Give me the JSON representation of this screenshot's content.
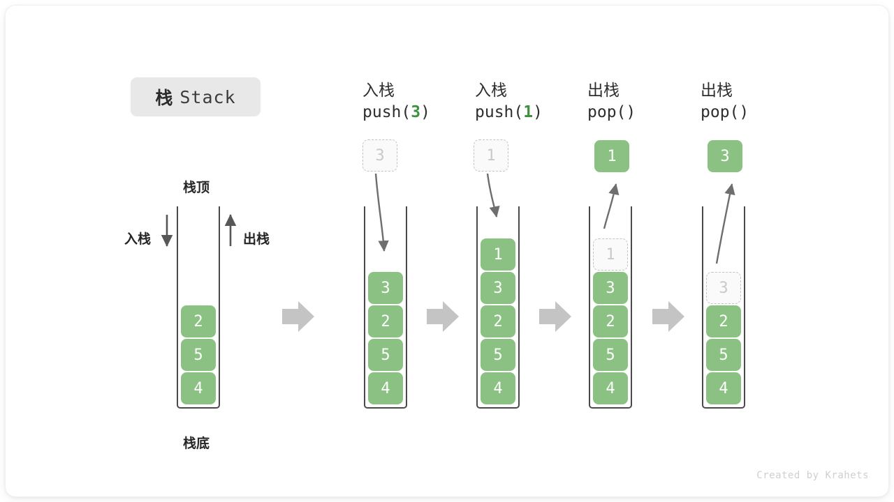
{
  "title": {
    "cn": "栈",
    "en": "Stack"
  },
  "labels": {
    "top": "栈顶",
    "bottom": "栈底",
    "push": "入栈",
    "pop": "出栈"
  },
  "watermark": "Created by Krahets",
  "colors": {
    "element_green": "#8bc183",
    "ghost_border": "#c2c2c2",
    "ghost_text": "#c9c9c9",
    "arrow_gray": "#6e6e6e",
    "separator_gray": "#c4c4c4",
    "chip_bg": "#e8e8e8",
    "code_arg_green": "#3f9142"
  },
  "steps": [
    {
      "id": "initial",
      "caption_cn": "",
      "caption_code": "",
      "stack": [
        "4",
        "5",
        "2"
      ],
      "ghost_index": null,
      "float_box": null
    },
    {
      "id": "push-3",
      "caption_cn": "入栈",
      "caption_code_prefix": "push(",
      "caption_code_arg": "3",
      "caption_code_suffix": ")",
      "stack": [
        "4",
        "5",
        "2",
        "3"
      ],
      "ghost_index": null,
      "float_box": {
        "value": "3",
        "style": "ghost"
      },
      "arrow": "down"
    },
    {
      "id": "push-1",
      "caption_cn": "入栈",
      "caption_code_prefix": "push(",
      "caption_code_arg": "1",
      "caption_code_suffix": ")",
      "stack": [
        "4",
        "5",
        "2",
        "3",
        "1"
      ],
      "ghost_index": null,
      "float_box": {
        "value": "1",
        "style": "ghost"
      },
      "arrow": "down"
    },
    {
      "id": "pop-1",
      "caption_cn": "出栈",
      "caption_code_prefix": "pop(",
      "caption_code_arg": "",
      "caption_code_suffix": ")",
      "stack": [
        "4",
        "5",
        "2",
        "3",
        "1"
      ],
      "ghost_index": 4,
      "float_box": {
        "value": "1",
        "style": "solid"
      },
      "arrow": "up"
    },
    {
      "id": "pop-3",
      "caption_cn": "出栈",
      "caption_code_prefix": "pop(",
      "caption_code_arg": "",
      "caption_code_suffix": ")",
      "stack": [
        "4",
        "5",
        "2",
        "3"
      ],
      "ghost_index": 3,
      "float_box": {
        "value": "3",
        "style": "solid"
      },
      "arrow": "up"
    }
  ],
  "stack0": {
    "values": [
      "4",
      "5",
      "2"
    ]
  },
  "stack1": {
    "values": [
      "4",
      "5",
      "2",
      "3"
    ]
  },
  "stack2": {
    "values": [
      "4",
      "5",
      "2",
      "3",
      "1"
    ]
  },
  "stack3": {
    "values": [
      "4",
      "5",
      "2",
      "3"
    ],
    "ghost": "1"
  },
  "stack4": {
    "values": [
      "4",
      "5",
      "2"
    ],
    "ghost": "3"
  },
  "floats": {
    "push3": "3",
    "push1": "1",
    "pop1": "1",
    "pop3": "3"
  },
  "captions": {
    "push3": {
      "cn": "入栈",
      "prefix": "push(",
      "arg": "3",
      "suffix": ")"
    },
    "push1": {
      "cn": "入栈",
      "prefix": "push(",
      "arg": "1",
      "suffix": ")"
    },
    "pop1": {
      "cn": "出栈",
      "prefix": "pop(",
      "arg": "",
      "suffix": ")"
    },
    "pop3": {
      "cn": "出栈",
      "prefix": "pop(",
      "arg": "",
      "suffix": ")"
    }
  }
}
